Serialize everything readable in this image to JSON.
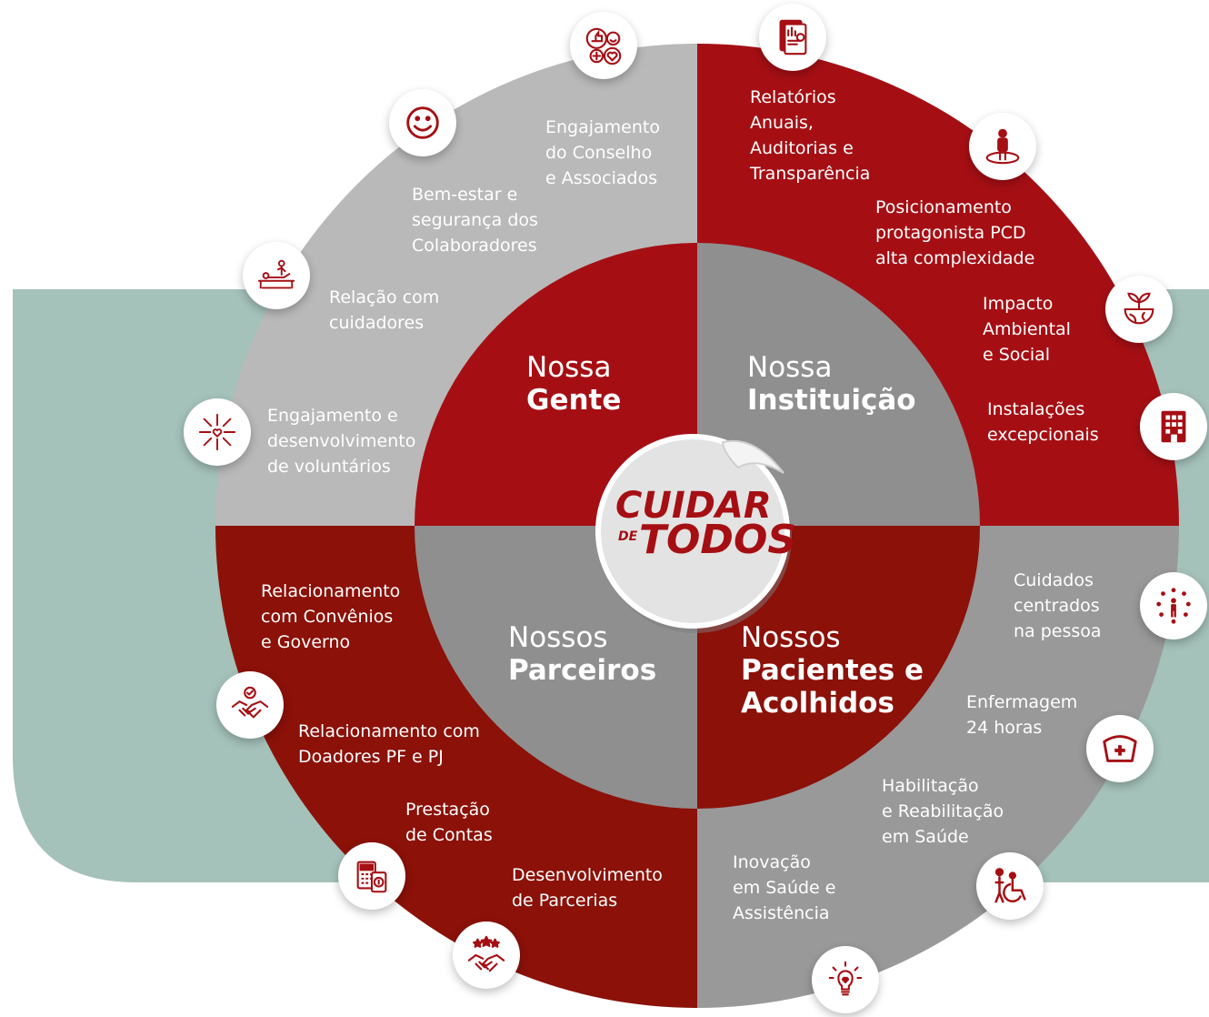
{
  "center": {
    "line1": "CUIDAR",
    "small": "DE",
    "line2": "TODOS"
  },
  "quadrants": {
    "gente": {
      "l1": "Nossa",
      "l2": "Gente"
    },
    "instituicao": {
      "l1": "Nossa",
      "l2": "Instituição"
    },
    "parceiros": {
      "l1": "Nossos",
      "l2": "Parceiros"
    },
    "pacientes": {
      "l1": "Nossos",
      "l2": "Pacientes e\nAcolhidos"
    }
  },
  "labels": {
    "engajamento_conselho": "Engajamento\ndo Conselho\ne Associados",
    "bem_estar": "Bem-estar e\nsegurança dos\nColaboradores",
    "relacao_cuidadores": "Relação com\ncuidadores",
    "voluntarios": "Engajamento e\ndesenvolvimento\nde voluntários",
    "relatorios": "Relatórios\nAnuais,\nAuditorias e\nTransparência",
    "posicionamento": "Posicionamento\nprotagonista PCD\nalta complexidade",
    "impacto": "Impacto\nAmbiental\ne Social",
    "instalacoes": "Instalações\nexcepcionais",
    "convenios": "Relacionamento\ncom Convênios\ne Governo",
    "doadores": "Relacionamento com\nDoadores PF e PJ",
    "prestacao": "Prestação\nde Contas",
    "desenvolvimento": "Desenvolvimento\nde Parcerias",
    "cuidados": "Cuidados\ncentrados\nna pessoa",
    "enfermagem": "Enfermagem\n24 horas",
    "habilitacao": "Habilitação\ne Reabilitação\nem Saúde",
    "inovacao": "Inovação\nem Saúde e\nAssistência"
  },
  "colors": {
    "red": "#a50f14",
    "dark_red": "#8b1109",
    "gray_light": "#b9b9b9",
    "gray_mid": "#999999",
    "gray_dark": "#8c8c8c",
    "teal": "#a4c1ba"
  }
}
